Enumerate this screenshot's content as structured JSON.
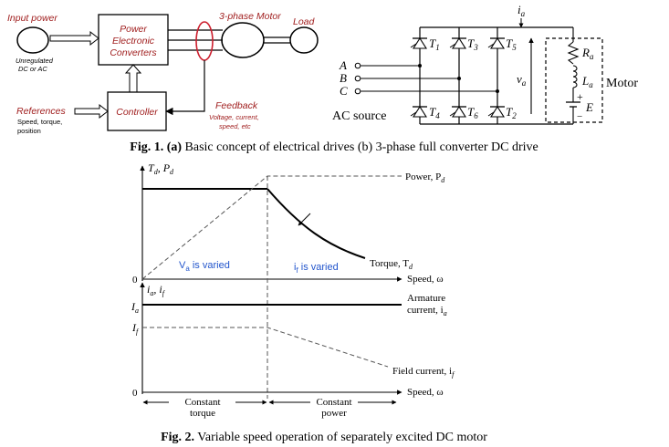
{
  "fig1a": {
    "input_power": "Input power",
    "unregulated_l1": "Unregulated",
    "unregulated_l2": "DC or AC",
    "pec_l1": "Power",
    "pec_l2": "Electronic",
    "pec_l3": "Converters",
    "motor_label": "3-phase Motor",
    "load": "Load",
    "references": "References",
    "ref_sub1": "Speed, torque,",
    "ref_sub2": "position",
    "controller": "Controller",
    "feedback": "Feedback",
    "fb_sub1": "Voltage, current,",
    "fb_sub2": "speed, etc"
  },
  "fig1b": {
    "ia": "i",
    "ia_sub": "a",
    "t1": "T",
    "t1s": "1",
    "t3": "T",
    "t3s": "3",
    "t5": "T",
    "t5s": "5",
    "t4": "T",
    "t4s": "4",
    "t6": "T",
    "t6s": "6",
    "t2": "T",
    "t2s": "2",
    "a": "A",
    "b": "B",
    "c": "C",
    "ac_source": "AC source",
    "va": "v",
    "va_sub": "a",
    "ra": "R",
    "ra_sub": "a",
    "la": "L",
    "la_sub": "a",
    "e": "E",
    "plus": "+",
    "minus": "−",
    "motor": "Motor"
  },
  "caption1": {
    "bold": "Fig. 1. (a)",
    "rest": " Basic concept of electrical drives (b) 3-phase full converter DC drive"
  },
  "fig2": {
    "y_top": "T",
    "y_top_s1": "d",
    "y_top_sep": ", P",
    "y_top_s2": "d",
    "power": "Power, P",
    "power_sub": "d",
    "torque": "Torque, T",
    "torque_sub": "d",
    "va_varied_v": "V",
    "va_varied_sub": "a",
    "va_varied_rest": " is varied",
    "if_varied_i": "i",
    "if_varied_sub": "f",
    "if_varied_rest": " is varied",
    "speed1": "Speed, ω",
    "zero1": "0",
    "y2_label": "i",
    "y2_s1": "a",
    "y2_sep": ", i",
    "y2_s2": "f",
    "Ia": "I",
    "Ia_sub": "a",
    "If": "I",
    "If_sub": "f",
    "armature_l1": "Armature",
    "armature_l2": "current, i",
    "armature_sub": "a",
    "field": "Field current, i",
    "field_sub": "f",
    "speed2": "Speed, ω",
    "zero2": "0",
    "ct_l1": "Constant",
    "ct_l2": "torque",
    "cp_l1": "Constant",
    "cp_l2": "power"
  },
  "caption2": {
    "bold": "Fig. 2.",
    "rest": " Variable speed operation of separately excited DC motor"
  },
  "colors": {
    "accent_red": "#a01e1e",
    "text_blue": "#2255cc",
    "line": "#000000"
  }
}
